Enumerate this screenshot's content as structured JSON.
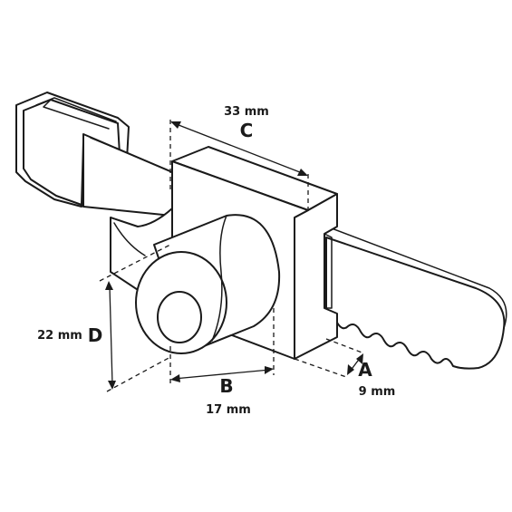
{
  "dimensions": {
    "A": {
      "letter": "A",
      "value": "9 mm"
    },
    "B": {
      "letter": "B",
      "value": "17 mm"
    },
    "C": {
      "letter": "C",
      "value": "33 mm"
    },
    "D": {
      "letter": "D",
      "value": "22 mm"
    }
  },
  "colors": {
    "line": "#1a1a1a",
    "fill": "#ffffff"
  }
}
